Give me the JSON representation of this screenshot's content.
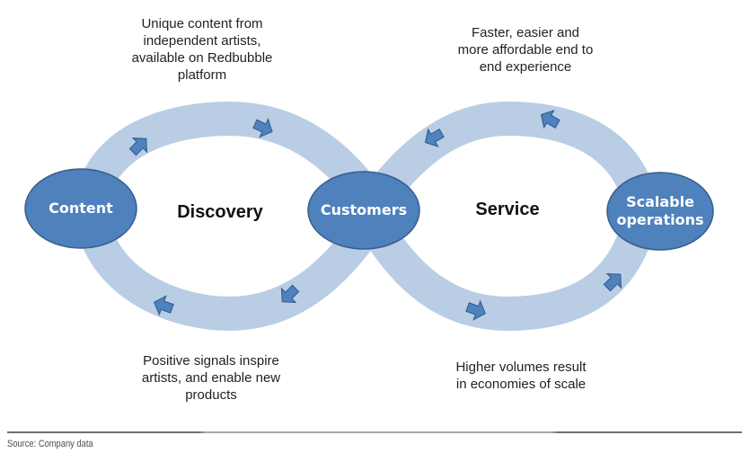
{
  "colors": {
    "band": "#b9cde4",
    "node_fill": "#4f81bd",
    "node_stroke": "#385d8a",
    "arrow_fill": "#4f81bd",
    "arrow_stroke": "#2f5a8f",
    "label_text": "#111111",
    "node_text": "#ffffff"
  },
  "nodes": {
    "content": {
      "label": "Content"
    },
    "customers": {
      "label": "Customers"
    },
    "scalable": {
      "label": "Scalable\noperations"
    }
  },
  "loops": {
    "discovery": {
      "label": "Discovery"
    },
    "service": {
      "label": "Service"
    }
  },
  "captions": {
    "top_left": "Unique content from\nindependent artists,\navailable on Redbubble\nplatform",
    "top_right": "Faster, easier and\nmore affordable end to\nend experience",
    "bottom_left": "Positive signals inspire\nartists, and enable new\nproducts",
    "bottom_right": "Higher volumes result\nin economies of scale"
  },
  "flow": {
    "discovery_loop_direction": "clockwise",
    "service_loop_direction": "counter-clockwise"
  },
  "footer": {
    "source": "Source: Company data"
  }
}
